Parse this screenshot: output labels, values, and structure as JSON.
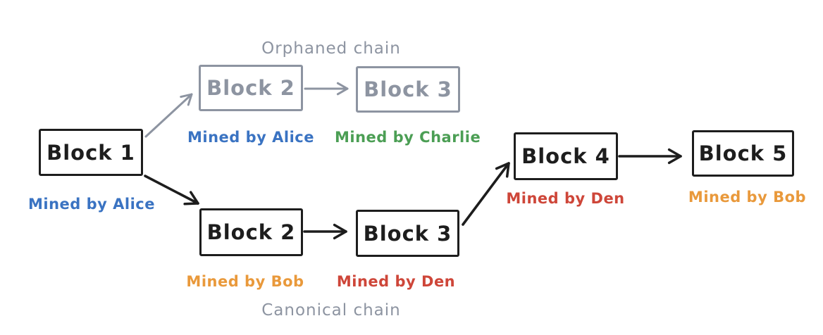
{
  "colors": {
    "ink": "#1d1d1d",
    "muted": "#8d94a1",
    "blue": "#3a73c2",
    "green": "#4b9e54",
    "orange": "#e9993b",
    "red": "#ce4639"
  },
  "chain_labels": {
    "orphaned": "Orphaned chain",
    "canonical": "Canonical chain"
  },
  "blocks": {
    "block1": {
      "label": "Block 1",
      "miner": "Mined by Alice",
      "miner_color": "blue"
    },
    "orphaned_block2": {
      "label": "Block 2",
      "miner": "Mined by Alice",
      "miner_color": "blue"
    },
    "orphaned_block3": {
      "label": "Block 3",
      "miner": "Mined by Charlie",
      "miner_color": "green"
    },
    "canonical_block2": {
      "label": "Block 2",
      "miner": "Mined by Bob",
      "miner_color": "orange"
    },
    "canonical_block3": {
      "label": "Block 3",
      "miner": "Mined by Den",
      "miner_color": "red"
    },
    "block4": {
      "label": "Block 4",
      "miner": "Mined by Den",
      "miner_color": "red"
    },
    "block5": {
      "label": "Block 5",
      "miner": "Mined by Bob",
      "miner_color": "orange"
    }
  },
  "edges": [
    {
      "from": "block1",
      "to": "orphaned_block2",
      "style": "muted"
    },
    {
      "from": "orphaned_block2",
      "to": "orphaned_block3",
      "style": "muted"
    },
    {
      "from": "block1",
      "to": "canonical_block2",
      "style": "ink"
    },
    {
      "from": "canonical_block2",
      "to": "canonical_block3",
      "style": "ink"
    },
    {
      "from": "canonical_block3",
      "to": "block4",
      "style": "ink"
    },
    {
      "from": "block4",
      "to": "block5",
      "style": "ink"
    }
  ]
}
